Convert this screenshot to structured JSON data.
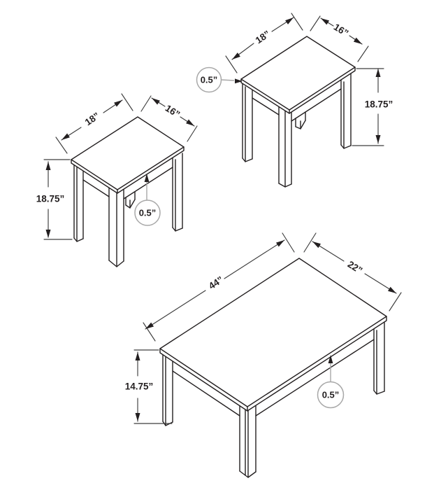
{
  "diagram_type": "furniture-dimension-drawing",
  "colors": {
    "background": "#ffffff",
    "line_ink": "#231f20",
    "dimension_ink": "#3d3d3d",
    "callout_gray": "#a8a8a8"
  },
  "tables": [
    {
      "id": "end-table-top-right",
      "width": "18”",
      "depth": "16”",
      "height": "18.75”",
      "edge_thickness": "0.5”"
    },
    {
      "id": "end-table-left",
      "width": "18”",
      "depth": "16”",
      "height": "18.75”",
      "edge_thickness": "0.5”"
    },
    {
      "id": "coffee-table",
      "width": "44”",
      "depth": "22”",
      "height": "14.75”",
      "edge_thickness": "0.5”"
    }
  ]
}
